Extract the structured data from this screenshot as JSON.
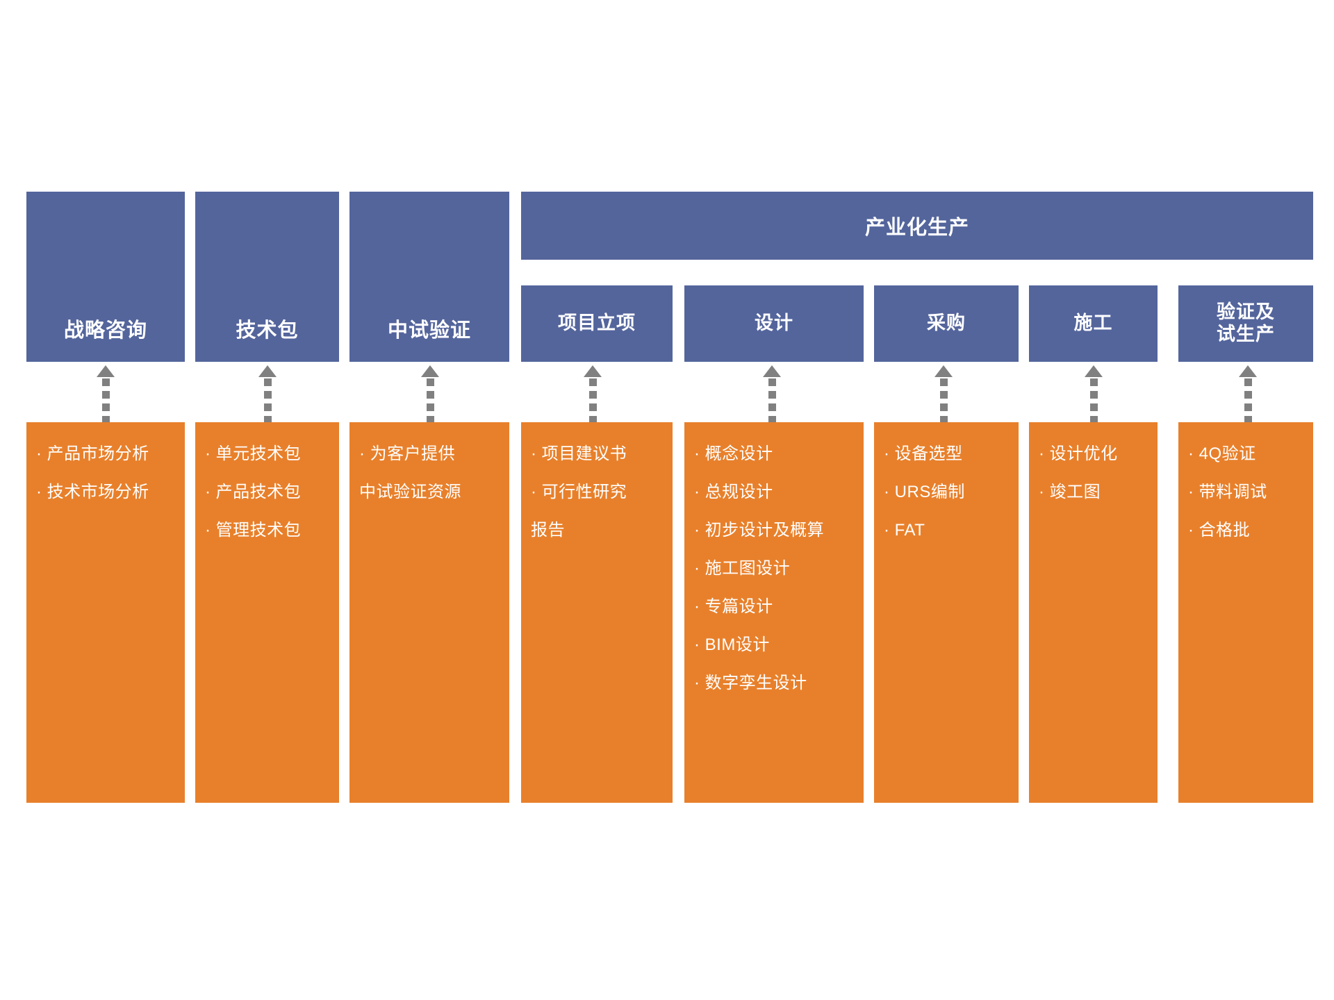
{
  "diagram": {
    "title_banner": {
      "label": "产业化生产"
    },
    "lanes": [
      {
        "id": "strategy",
        "header": "战略咨询",
        "items": [
          "· 产品市场分析",
          "· 技术市场分析"
        ]
      },
      {
        "id": "tech-package",
        "header": "技术包",
        "items": [
          "· 单元技术包",
          "· 产品技术包",
          "· 管理技术包"
        ]
      },
      {
        "id": "pilot-verification",
        "header": "中试验证",
        "items": [
          "· 为客户提供",
          "中试验证资源"
        ]
      },
      {
        "id": "project-initiation",
        "header": "项目立项",
        "items": [
          "· 项目建议书",
          "· 可行性研究",
          "报告"
        ]
      },
      {
        "id": "design",
        "header": "设计",
        "items": [
          "· 概念设计",
          "· 总规设计",
          "· 初步设计及概算",
          "· 施工图设计",
          "· 专篇设计",
          "· BIM设计",
          "· 数字孪生设计"
        ]
      },
      {
        "id": "procurement",
        "header": "采购",
        "items": [
          "· 设备选型",
          "· URS编制",
          "· FAT"
        ]
      },
      {
        "id": "construction",
        "header": "施工",
        "items": [
          "· 设计优化",
          "· 竣工图"
        ]
      },
      {
        "id": "validation-trial",
        "header": "验证及\n试生产",
        "header_line1": "验证及",
        "header_line2": "试生产",
        "items": [
          "· 4Q验证",
          "· 带料调试",
          "· 合格批"
        ]
      }
    ],
    "colors": {
      "blue": "#54659C",
      "orange": "#E8802B",
      "arrow_gray": "#808080",
      "text_white": "#FFFFFF",
      "background": "#FFFFFF"
    }
  }
}
